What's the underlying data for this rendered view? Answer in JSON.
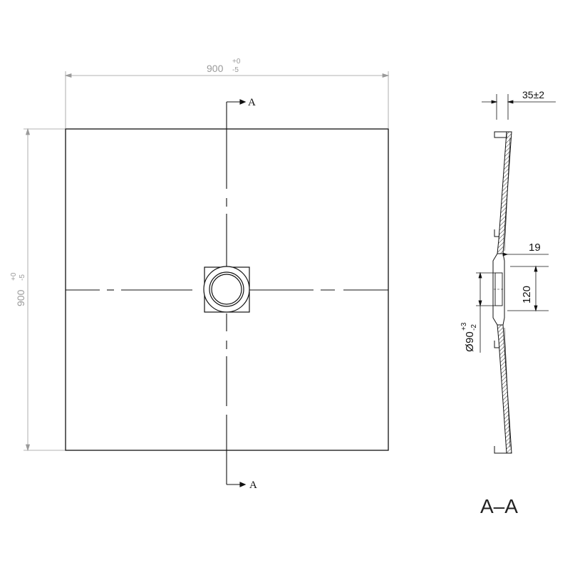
{
  "plan_view": {
    "width_dim": {
      "nominal": "900",
      "tol_upper": "+0",
      "tol_lower": "-5"
    },
    "height_dim": {
      "nominal": "900",
      "tol_upper": "+0",
      "tol_lower": "-5"
    },
    "section_marker_top": "A",
    "section_marker_bottom": "A"
  },
  "section_view": {
    "title": "A–A",
    "dim_depth": "35±2",
    "dim_step": "19",
    "dim_drain_height": "120",
    "dim_drain_diameter": {
      "symbol": "Ø",
      "nominal": "90",
      "tol_upper": "+3",
      "tol_lower": "-2"
    }
  },
  "colors": {
    "line": "#111111",
    "dimension_line": "#9a9a9a",
    "dimension_text": "#9a9a9a"
  }
}
